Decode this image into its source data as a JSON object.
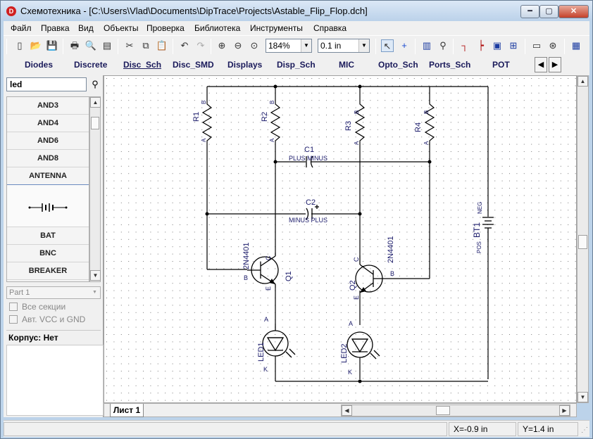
{
  "window": {
    "title": "Схемотехника - [C:\\Users\\Vlad\\Documents\\DipTrace\\Projects\\Astable_Flip_Flop.dch]",
    "minimize_label": "━",
    "maximize_label": "▢",
    "close_label": "✕"
  },
  "menu": [
    "Файл",
    "Правка",
    "Вид",
    "Объекты",
    "Проверка",
    "Библиотека",
    "Инструменты",
    "Справка"
  ],
  "toolbar": {
    "zoom_value": "184%",
    "grid_value": "0.1 in",
    "icons": [
      "new-icon",
      "open-icon",
      "save-icon",
      "print-icon",
      "print-preview-icon",
      "report-icon",
      "cut-icon",
      "copy-icon",
      "paste-icon",
      "undo-icon",
      "redo-icon",
      "zoom-in-icon",
      "zoom-out-icon",
      "zoom-fit-icon",
      "select-icon",
      "place-wire-icon",
      "place-component-icon",
      "find-icon",
      "bus-icon",
      "net-port-icon",
      "hierarchy-icon",
      "netlist-icon",
      "erc-icon",
      "table-icon"
    ]
  },
  "library_tabs": {
    "tabs": [
      "Diodes",
      "Discrete",
      "Disc_Sch",
      "Disc_SMD",
      "Displays",
      "Disp_Sch",
      "MIC",
      "Opto_Sch",
      "Ports_Sch",
      "POT"
    ],
    "active": "Disc_Sch"
  },
  "left_panel": {
    "search_value": "led",
    "components_top": [
      "AND3",
      "AND4",
      "AND6",
      "AND8",
      "ANTENNA"
    ],
    "components_bottom": [
      "BAT",
      "BNC",
      "BREAKER"
    ],
    "part_placeholder": "Part 1",
    "check_sections": "Все секции",
    "check_vcc": "Авт. VCC и GND",
    "package_label": "Корпус: Нет"
  },
  "sheet": {
    "tab_label": "Лист 1"
  },
  "status": {
    "x_coord": "X=-0.9 in",
    "y_coord": "Y=1.4 in"
  },
  "schematic": {
    "R1": "R1",
    "R2": "R2",
    "R3": "R3",
    "R4": "R4",
    "C1": "C1",
    "C2": "C2",
    "C1_pins": "PLUS MINUS",
    "C2_pins": "MINUS PLUS",
    "Q1": "Q1",
    "Q2": "Q2",
    "Q_part": "2N4401",
    "BT1": "BT1",
    "BT_neg": "NEG",
    "BT_pos": "POS",
    "LED1": "LED1",
    "LED2": "LED2",
    "pin_A": "A",
    "pin_B": "B",
    "pin_C": "C",
    "pin_E": "E",
    "pin_K": "K"
  }
}
